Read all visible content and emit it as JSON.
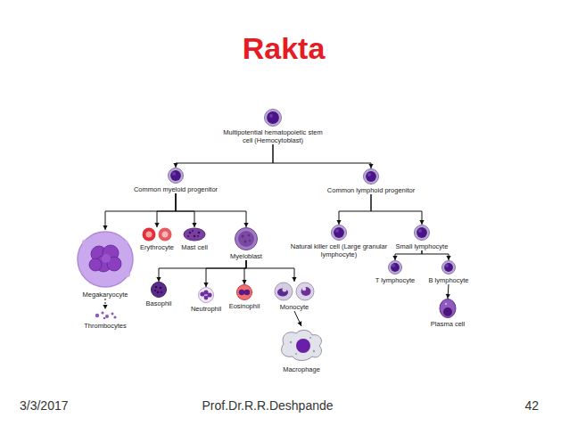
{
  "diagram": {
    "title": "Rakta",
    "nodes": [
      {
        "text": [
          "Multipotential hematopoietic stem cell (Hemocytoblast)"
        ]
      },
      {
        "text": [
          "Common myeloid progenitor"
        ]
      },
      {
        "text": [
          "Common lymphoid progenitor"
        ]
      },
      {
        "text": [
          "Megakaryocyte"
        ]
      },
      {
        "text": [
          "Erythrocyte"
        ]
      },
      {
        "text": [
          "Mast cell"
        ]
      },
      {
        "text": [
          "Myeloblast"
        ]
      },
      {
        "text": [
          "Natural killer cell (Large granular lymphocyte)"
        ]
      },
      {
        "text": [
          "Small lymphocyte"
        ]
      },
      {
        "text": [
          "Thrombocytes"
        ]
      },
      {
        "text": [
          "Basophil"
        ]
      },
      {
        "text": [
          "Neutrophil"
        ]
      },
      {
        "text": [
          "Eosinophil"
        ]
      },
      {
        "text": [
          "Monocyte"
        ]
      },
      {
        "text": [
          "Macrophage"
        ]
      },
      {
        "text": [
          "T lymphocyte"
        ]
      },
      {
        "text": [
          "B lymphocyte"
        ]
      },
      {
        "text": [
          "Plasma cell"
        ]
      }
    ],
    "edges": [
      {
        "from": 0,
        "to": 1,
        "arrow": "to"
      },
      {
        "from": 0,
        "to": 2,
        "arrow": "to"
      },
      {
        "from": 1,
        "to": 3,
        "arrow": "to"
      },
      {
        "from": 1,
        "to": 4,
        "arrow": "to"
      },
      {
        "from": 1,
        "to": 5,
        "arrow": "to"
      },
      {
        "from": 1,
        "to": 6,
        "arrow": "to"
      },
      {
        "from": 2,
        "to": 7,
        "arrow": "to"
      },
      {
        "from": 2,
        "to": 8,
        "arrow": "to"
      },
      {
        "from": 3,
        "to": 9,
        "arrow": "to"
      },
      {
        "from": 6,
        "to": 10,
        "arrow": "to"
      },
      {
        "from": 6,
        "to": 11,
        "arrow": "to"
      },
      {
        "from": 6,
        "to": 12,
        "arrow": "to"
      },
      {
        "from": 6,
        "to": 13,
        "arrow": "to"
      },
      {
        "from": 13,
        "to": 14,
        "arrow": "to"
      },
      {
        "from": 8,
        "to": 15,
        "arrow": "to"
      },
      {
        "from": 8,
        "to": 16,
        "arrow": "to"
      },
      {
        "from": 16,
        "to": 17,
        "arrow": "to"
      }
    ],
    "labels": [
      "3/3/2017",
      "Prof.Dr.R.R.Deshpande",
      "42"
    ]
  }
}
